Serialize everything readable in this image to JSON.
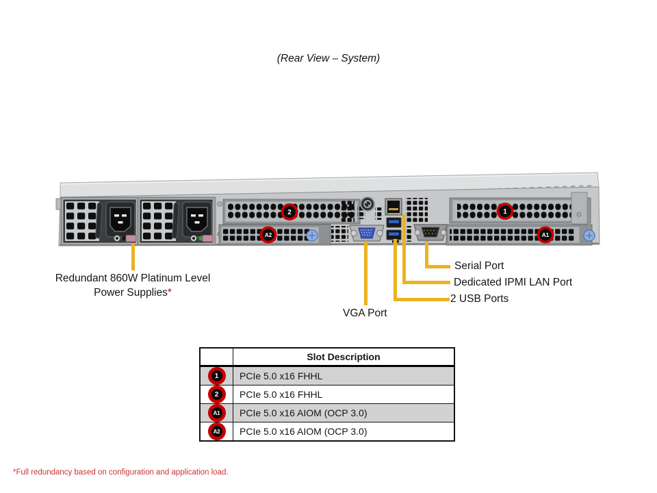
{
  "title": "(Rear View – System)",
  "diagram": {
    "badges": {
      "slot1": "1",
      "slot2": "2",
      "a1": "A1",
      "a2": "A2"
    },
    "labels": {
      "psu_line1": "Redundant 860W Platinum Level",
      "psu_line2": "Power Supplies",
      "psu_asterisk": "*",
      "vga": "VGA Port",
      "usb": "2 USB Ports",
      "ipmi": "Dedicated IPMI LAN Port",
      "serial": "Serial Port"
    },
    "colors": {
      "callout_line": "#EAB31F",
      "badge_red": "#C40000"
    }
  },
  "table": {
    "header": "Slot Description",
    "rows": [
      {
        "slot": "1",
        "description": "PCIe 5.0 x16 FHHL"
      },
      {
        "slot": "2",
        "description": "PCIe 5.0 x16 FHHL"
      },
      {
        "slot": "A1",
        "description": "PCIe 5.0 x16 AIOM (OCP 3.0)"
      },
      {
        "slot": "A2",
        "description": "PCIe 5.0 x16 AIOM (OCP 3.0)"
      }
    ]
  },
  "footnote": {
    "text": "*Full redundancy based on configuration and application load.",
    "color": "#CC3333"
  }
}
